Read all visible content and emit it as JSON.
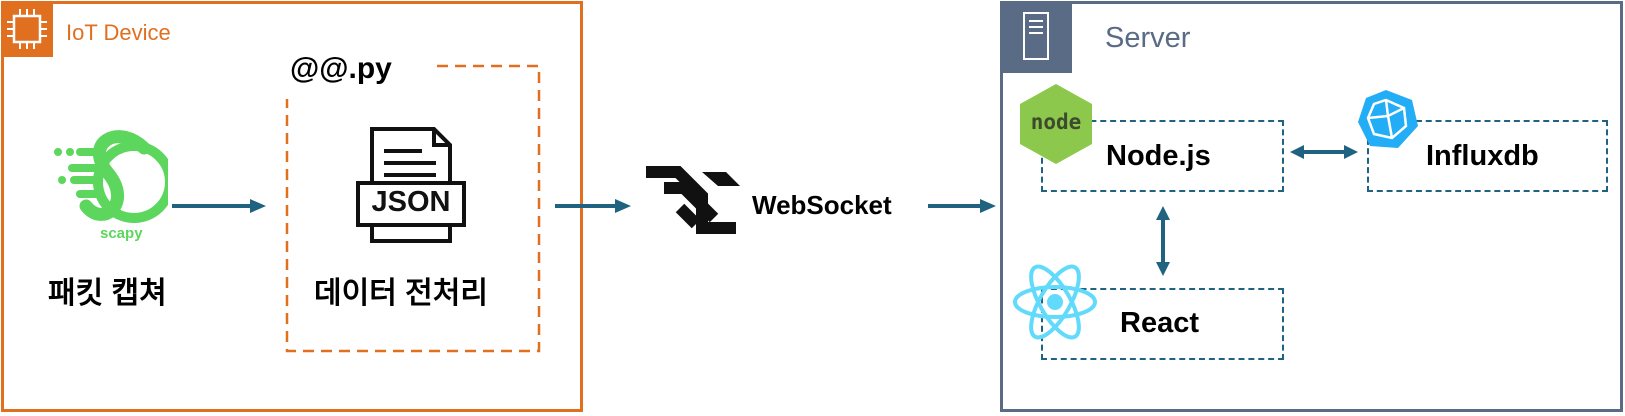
{
  "colors": {
    "iot_border": "#E07020",
    "server_border": "#5A6B85",
    "arrow": "#1F6381",
    "dashed_server": "#1F6381",
    "scapy_green": "#5CD65C",
    "node_green": "#8CC84B",
    "react_blue": "#61DAFB",
    "influx_blue": "#22ADF6"
  },
  "iot": {
    "title": "IoT Device",
    "icon": "chip-icon",
    "scapy_logo_text": "scapy",
    "capture_label": "패킷 캡쳐",
    "script_label": "@@.py",
    "json_icon_text": "JSON",
    "preprocess_label": "데이터 전처리"
  },
  "transport": {
    "label": "WebSocket",
    "icon": "websocket-icon"
  },
  "server": {
    "title": "Server",
    "icon": "server-icon",
    "node_logo_text": "node",
    "node_label": "Node.js",
    "influx_label": "Influxdb",
    "react_label": "React"
  }
}
